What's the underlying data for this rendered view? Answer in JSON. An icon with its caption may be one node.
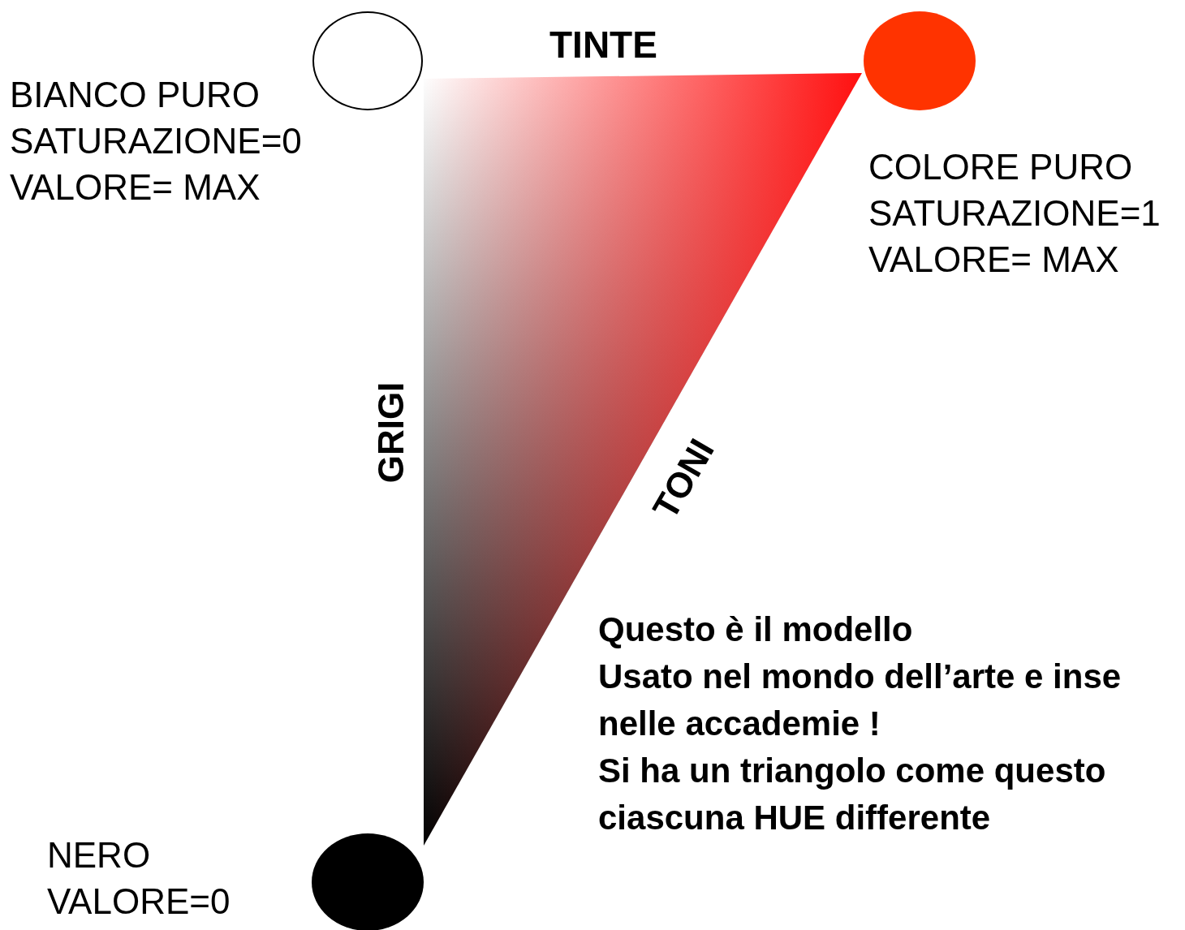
{
  "diagram": {
    "nodes": [
      {
        "text": [],
        "shape": "circle",
        "beside": [
          "BIANCO PURO",
          "SATURAZIONE=0",
          "VALORE= MAX"
        ]
      },
      {
        "text": [],
        "shape": "circle",
        "beside": [
          "COLORE PURO",
          "SATURAZIONE=1",
          "VALORE= MAX"
        ]
      },
      {
        "text": [],
        "shape": "circle",
        "beside": [
          "NERO",
          "VALORE=0"
        ]
      }
    ],
    "edges": [],
    "labels": [
      "TINTE",
      "GRIGI",
      "TONI",
      "Questo è il modello",
      "Usato nel mondo dell’arte e inse",
      "nelle accademie !",
      "Si ha un triangolo come questo",
      "ciascuna HUE differente"
    ]
  }
}
